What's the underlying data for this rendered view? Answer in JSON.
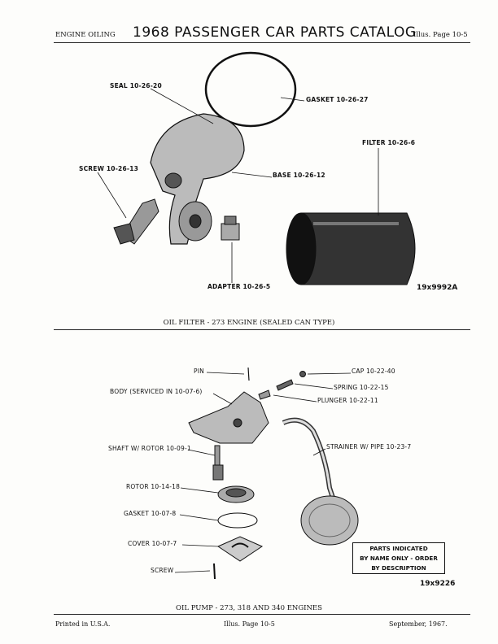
{
  "header": {
    "section": "ENGINE OILING",
    "title": "1968 PASSENGER CAR PARTS CATALOG",
    "page_ref": "Illus. Page 10-5"
  },
  "oil_filter": {
    "labels": {
      "seal": "SEAL 10-26-20",
      "gasket": "GASKET 10-26-27",
      "filter": "FILTER 10-26-6",
      "screw": "SCREW 10-26-13",
      "base": "BASE 10-26-12",
      "adapter": "ADAPTER 10-26-5"
    },
    "illus_number": "19x9992A",
    "caption": "OIL FILTER - 273 ENGINE (SEALED CAN TYPE)"
  },
  "oil_pump": {
    "labels": {
      "pin": "PIN",
      "cap": "CAP 10-22-40",
      "spring": "SPRING 10-22-15",
      "body": "BODY (SERVICED IN 10-07-6)",
      "plunger": "PLUNGER 10-22-11",
      "shaft": "SHAFT W/ ROTOR 10-09-1",
      "strainer": "STRAINER W/ PIPE 10-23-7",
      "rotor": "ROTOR 10-14-18",
      "gasket": "GASKET 10-07-8",
      "cover": "COVER 10-07-7",
      "screw": "SCREW"
    },
    "note": [
      "PARTS INDICATED",
      "BY NAME ONLY - ORDER",
      "BY DESCRIPTION"
    ],
    "illus_number": "19x9226",
    "caption": "OIL PUMP - 273, 318 AND 340 ENGINES"
  },
  "footer": {
    "printed": "Printed in U.S.A.",
    "page_ref": "Illus. Page 10-5",
    "date": "September, 1967."
  }
}
